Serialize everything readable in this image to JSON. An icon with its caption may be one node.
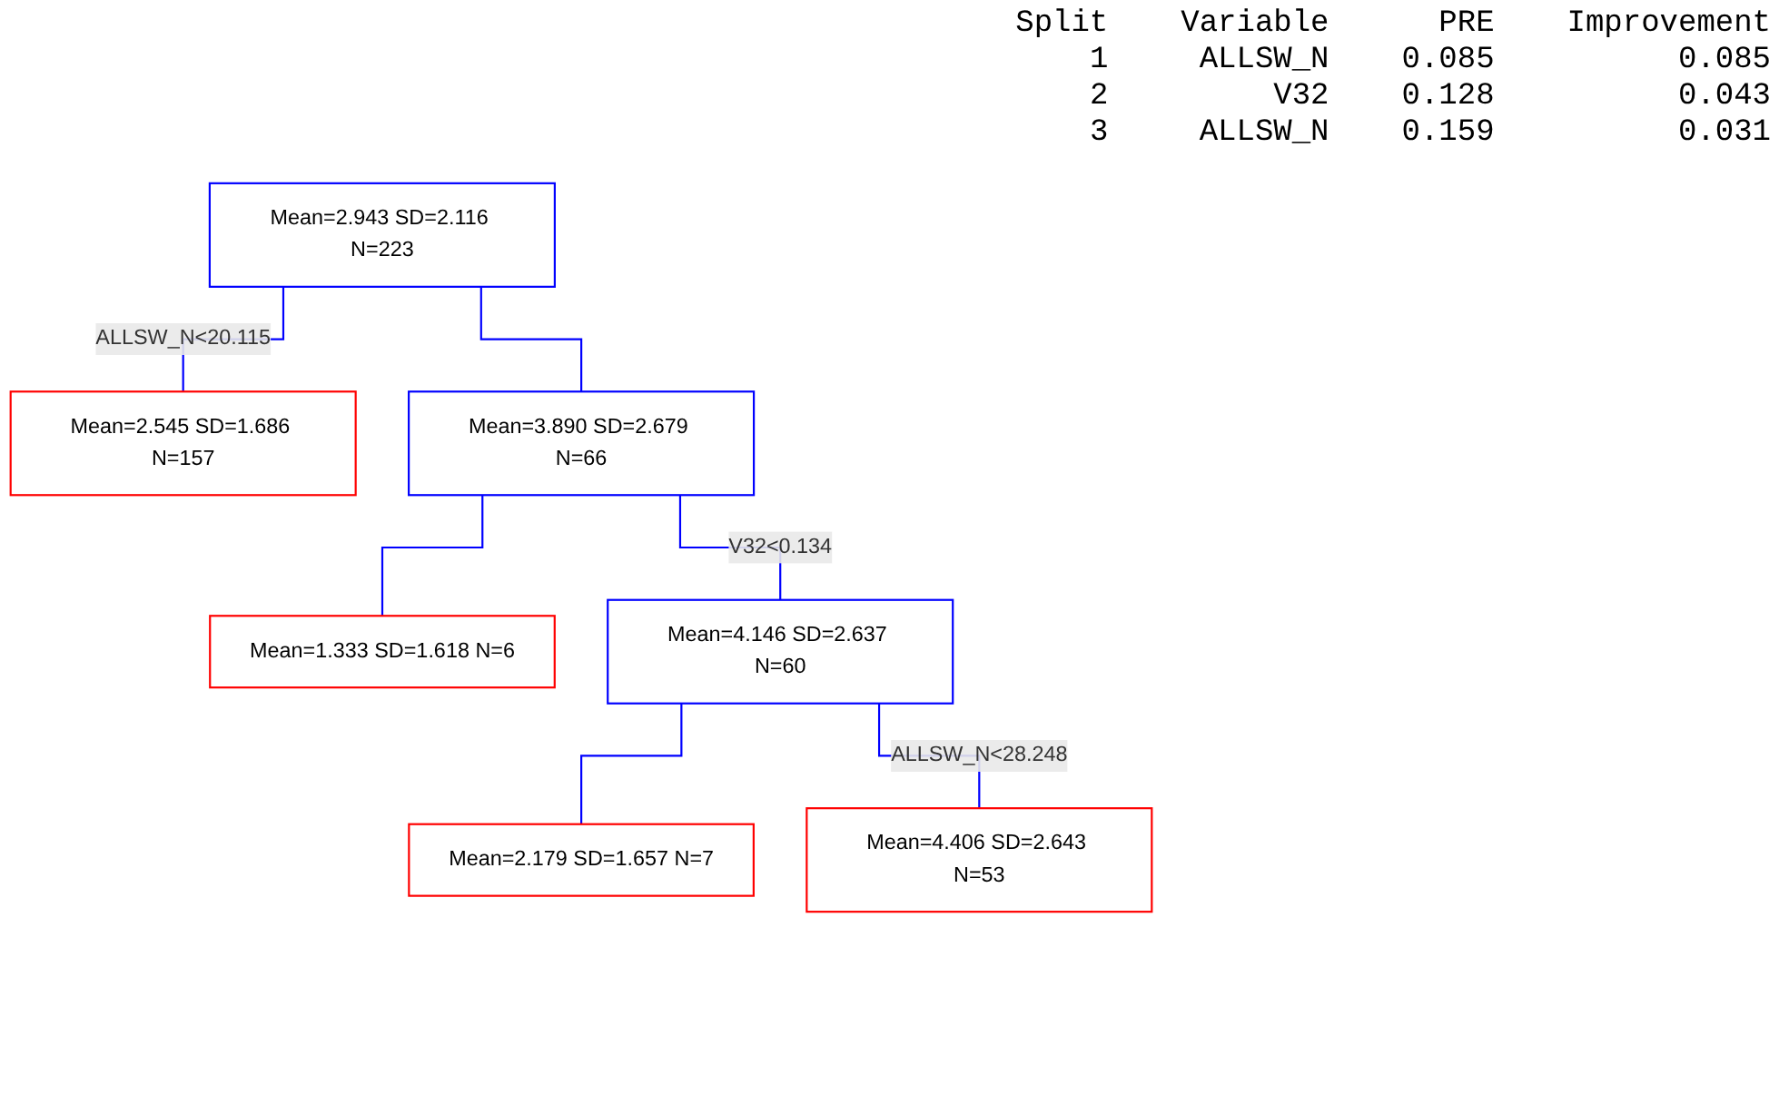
{
  "diagram": {
    "nodes": [
      {
        "text": [
          "Mean=2.943 SD=2.116 N=223"
        ]
      },
      {
        "text": [
          "Mean=2.545 SD=1.686 N=157"
        ]
      },
      {
        "text": [
          "Mean=3.890 SD=2.679 N=66"
        ]
      },
      {
        "text": [
          "Mean=1.333 SD=1.618 N=6"
        ]
      },
      {
        "text": [
          "Mean=4.146 SD=2.637 N=60"
        ]
      },
      {
        "text": [
          "Mean=2.179 SD=1.657 N=7"
        ]
      },
      {
        "text": [
          "Mean=4.406 SD=2.643 N=53"
        ]
      }
    ],
    "edges": [
      {
        "from": 0,
        "to": 1,
        "arrow": "none",
        "label": "ALLSW_N<20.115"
      },
      {
        "from": 0,
        "to": 2,
        "arrow": "none"
      },
      {
        "from": 2,
        "to": 3,
        "arrow": "none"
      },
      {
        "from": 2,
        "to": 4,
        "arrow": "none",
        "label": "V32<0.134"
      },
      {
        "from": 4,
        "to": 5,
        "arrow": "none"
      },
      {
        "from": 4,
        "to": 6,
        "arrow": "none",
        "label": "ALLSW_N<28.248"
      }
    ],
    "labels": [
      "Split",
      "Variable",
      "PRE",
      "Improvement",
      "1",
      "ALLSW_N",
      "0.085",
      "0.085",
      "2",
      "V32",
      "0.128",
      "0.043",
      "3",
      "ALLSW_N",
      "0.159",
      "0.031"
    ]
  }
}
